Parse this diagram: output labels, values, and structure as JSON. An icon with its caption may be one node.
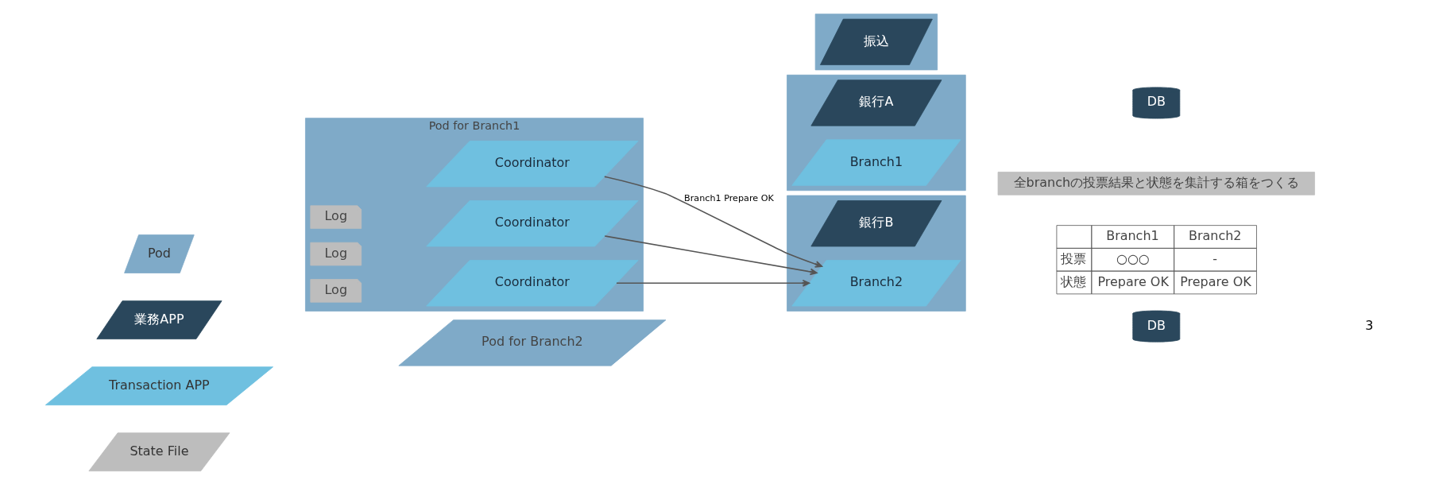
{
  "diagram": {
    "nodes": [
      {
        "text": [],
        "shape": "parallelogram"
      },
      {
        "text": [
          "振込"
        ],
        "in": 0
      },
      {
        "text": [],
        "shape": "parallelogram"
      },
      {
        "text": [
          "銀行A"
        ],
        "in": 2
      },
      {
        "text": [
          "Branch1"
        ],
        "in": 2
      },
      {
        "text": [
          "DB"
        ]
      },
      {
        "text": [
          "Pod for Branch1"
        ]
      },
      {
        "text": [
          "Pod for Branch2"
        ]
      },
      {
        "text": [
          "Log"
        ],
        "in": 6
      },
      {
        "text": [
          "Coordinator"
        ],
        "in": 6
      },
      {
        "text": [
          "Log"
        ],
        "in": 6
      },
      {
        "text": [
          "Coordinator"
        ],
        "in": 6
      },
      {
        "text": [
          "Log"
        ],
        "in": 6
      },
      {
        "text": [
          "Coordinator"
        ],
        "in": 6
      },
      {
        "text": [],
        "shape": "parallelogram"
      },
      {
        "text": [
          "銀行B"
        ],
        "in": 14
      },
      {
        "text": [
          "Branch2"
        ],
        "in": 14
      },
      {
        "text": [
          "全branchの投票結果と状態を集計する箱をつくる"
        ]
      },
      {
        "text": [
          "DB"
        ]
      }
    ],
    "edges": [
      {
        "from": 9,
        "to": 16,
        "arrow": "to",
        "label": "Branch1 Prepare OK"
      },
      {
        "from": 11,
        "to": 16,
        "arrow": "to"
      },
      {
        "from": 13,
        "to": 16,
        "arrow": "to"
      }
    ],
    "labels": [
      "Branch1",
      "Branch2",
      "投票",
      "○○○",
      "-",
      "状態",
      "Prepare OK",
      "Prepare OK",
      "3"
    ],
    "legend": [
      {
        "text": "Pod",
        "color": "#7faac8"
      },
      {
        "text": "業務APP",
        "color": "#2a475c"
      },
      {
        "text": "Transaction APP",
        "color": "#6fc0e0"
      },
      {
        "text": "State File",
        "color": "#bdbdbd"
      }
    ]
  }
}
